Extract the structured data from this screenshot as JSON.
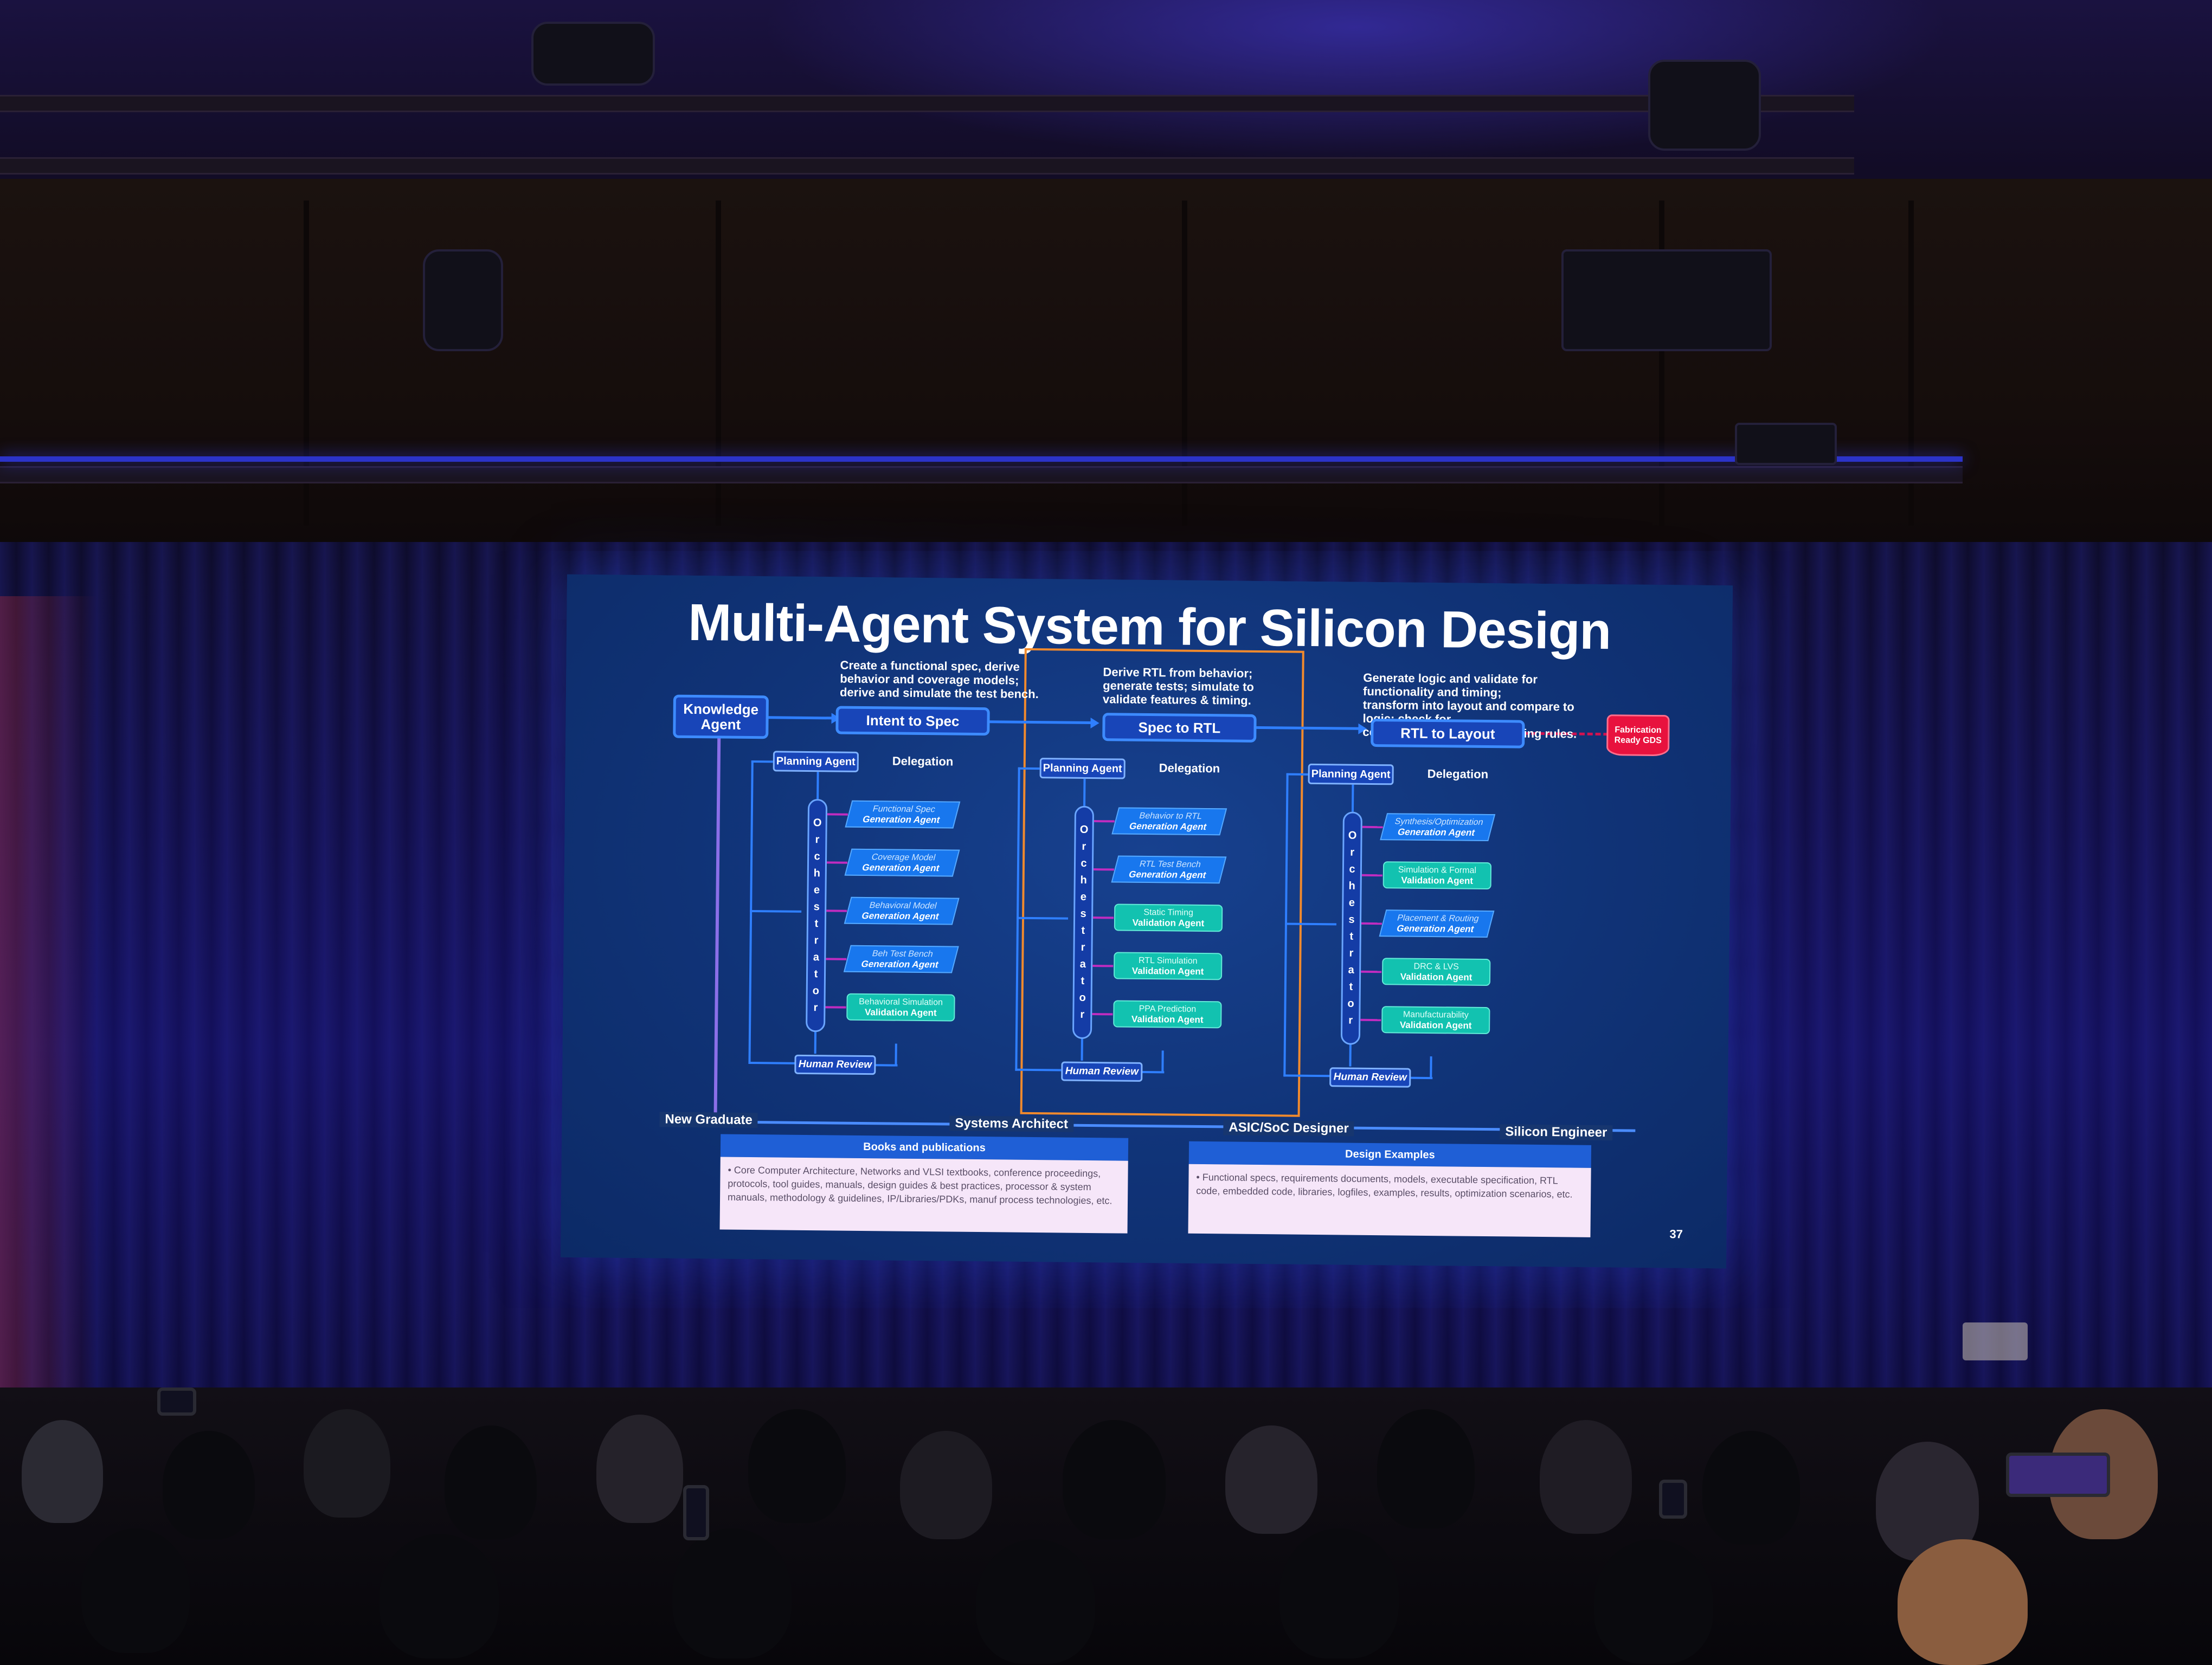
{
  "slide": {
    "title": "Multi-Agent System for Silicon Design",
    "page_number": "37",
    "knowledge_agent": "Knowledge\nAgent",
    "fabrication": "Fabrication\nReady GDS",
    "stages": [
      {
        "name": "Intent to Spec",
        "description": "Create a functional spec, derive\nbehavior and coverage models;\nderive and simulate the test bench.",
        "planning": "Planning Agent",
        "delegation": "Delegation",
        "orchestrator": "O\nr\nc\nh\ne\ns\nt\nr\na\nt\no\nr",
        "human_review": "Human Review",
        "agents": [
          {
            "line1": "Functional Spec",
            "line2": "Generation Agent",
            "kind": "generation"
          },
          {
            "line1": "Coverage Model",
            "line2": "Generation Agent",
            "kind": "generation"
          },
          {
            "line1": "Behavioral Model",
            "line2": "Generation Agent",
            "kind": "generation"
          },
          {
            "line1": "Beh Test Bench",
            "line2": "Generation Agent",
            "kind": "generation"
          },
          {
            "line1": "Behavioral Simulation",
            "line2": "Validation Agent",
            "kind": "validation"
          }
        ]
      },
      {
        "name": "Spec to RTL",
        "description": "Derive RTL from behavior;\ngenerate tests; simulate to\nvalidate features & timing.",
        "planning": "Planning Agent",
        "delegation": "Delegation",
        "orchestrator": "O\nr\nc\nh\ne\ns\nt\nr\na\nt\no\nr",
        "human_review": "Human Review",
        "agents": [
          {
            "line1": "Behavior to RTL",
            "line2": "Generation Agent",
            "kind": "generation"
          },
          {
            "line1": "RTL Test Bench",
            "line2": "Generation Agent",
            "kind": "generation"
          },
          {
            "line1": "Static Timing",
            "line2": "Validation Agent",
            "kind": "validation"
          },
          {
            "line1": "RTL Simulation",
            "line2": "Validation Agent",
            "kind": "validation"
          },
          {
            "line1": "PPA Prediction",
            "line2": "Validation Agent",
            "kind": "validation"
          }
        ]
      },
      {
        "name": "RTL to Layout",
        "description": "Generate logic and validate for functionality and timing;\ntransform into layout and compare to logic; check for\ncompliance with manufacturing rules.",
        "planning": "Planning Agent",
        "delegation": "Delegation",
        "orchestrator": "O\nr\nc\nh\ne\ns\nt\nr\na\nt\no\nr",
        "human_review": "Human Review",
        "agents": [
          {
            "line1": "Synthesis/Optimization",
            "line2": "Generation Agent",
            "kind": "generation"
          },
          {
            "line1": "Simulation & Formal",
            "line2": "Validation Agent",
            "kind": "validation"
          },
          {
            "line1": "Placement & Routing",
            "line2": "Generation Agent",
            "kind": "generation"
          },
          {
            "line1": "DRC & LVS",
            "line2": "Validation Agent",
            "kind": "validation"
          },
          {
            "line1": "Manufacturability",
            "line2": "Validation Agent",
            "kind": "validation"
          }
        ]
      }
    ],
    "roles": [
      "New Graduate",
      "Systems Architect",
      "ASIC/SoC Designer",
      "Silicon Engineer"
    ],
    "books": {
      "title": "Books and publications",
      "body": "• Core Computer Architecture, Networks and VLSI textbooks, conference proceedings, protocols, tool guides, manuals, design guides & best practices, processor & system manuals, methodology & guidelines, IP/Libraries/PDKs, manuf process technologies, etc."
    },
    "examples": {
      "title": "Design Examples",
      "body": "• Functional specs, requirements documents, models, executable specification, RTL code, embedded code, libraries, logfiles, examples, results, optimization scenarios, etc."
    },
    "colors": {
      "slide_bg": "#103377",
      "generation_agent": "#1877ee",
      "validation_agent": "#12c2b0",
      "fabrication": "#e8123e",
      "highlight": "#f18a2d"
    }
  }
}
